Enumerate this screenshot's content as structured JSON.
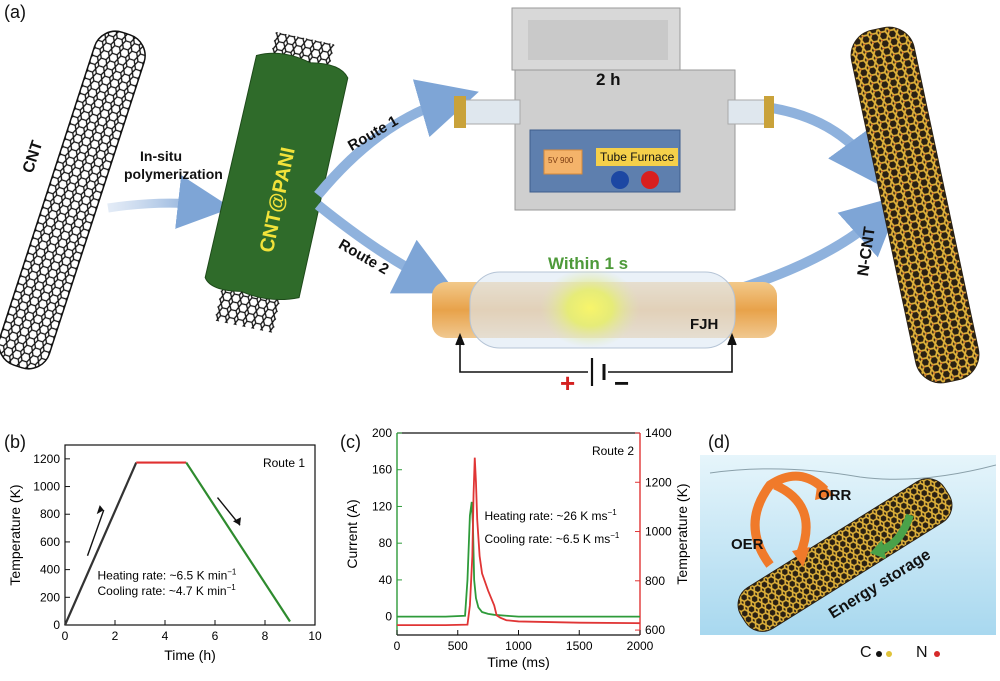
{
  "panel_a": {
    "label": "(a)",
    "cnt_label": "CNT",
    "polymerization_label_1": "In-situ",
    "polymerization_label_2": "polymerization",
    "cnt_pani_label": "CNT@PANI",
    "route1_label": "Route 1",
    "route2_label": "Route 2",
    "furnace_time": "2 h",
    "furnace_name": "Tube Furnace",
    "furnace_display": "5V 900",
    "fjh_time": "Within 1 s",
    "fjh_label": "FJH",
    "plus_sign": "+",
    "minus_sign": "−",
    "ncnt_label": "N-CNT",
    "colors": {
      "tube_green": "#2f6b2a",
      "pani_text": "#f2e23a",
      "route_green": "#4e9a3a",
      "arrow_blue": "#8fb2dd",
      "cnt_gold": "#d9a521",
      "plus_red": "#d42020"
    }
  },
  "panel_d": {
    "label": "(d)",
    "orr_label": "ORR",
    "oer_label": "OER",
    "storage_label": "Energy storage",
    "legend_c": "C",
    "legend_n": "N",
    "colors": {
      "water": "#bfe3f3",
      "orange_arrow": "#f07a2a",
      "green_arrow": "#4aa24a",
      "n_red": "#d62a2a",
      "c_black": "#111111"
    }
  },
  "chart_data": [
    {
      "panel": "(b)",
      "type": "line",
      "annotation": "Route 1",
      "xlabel": "Time (h)",
      "ylabel": "Temperature (K)",
      "xlim": [
        0,
        10
      ],
      "ylim": [
        0,
        1300
      ],
      "xticks": [
        "0",
        "2",
        "4",
        "6",
        "8",
        "10"
      ],
      "yticks": [
        "0",
        "200",
        "400",
        "600",
        "800",
        "1000",
        "1200"
      ],
      "heating_text": "Heating rate: ~6.5 K min",
      "cooling_text": "Cooling rate: ~4.7 K min",
      "rate_exponent": "−1",
      "series": [
        {
          "color": "#333333",
          "x": [
            0,
            2.85
          ],
          "y": [
            0,
            1173
          ]
        },
        {
          "color": "#e03030",
          "x": [
            2.85,
            4.85
          ],
          "y": [
            1173,
            1173
          ]
        },
        {
          "color": "#2e8b2e",
          "x": [
            4.85,
            9.0
          ],
          "y": [
            1173,
            25
          ]
        }
      ]
    },
    {
      "panel": "(c)",
      "type": "line",
      "annotation": "Route 2",
      "xlabel": "Time (ms)",
      "ylabel_left": "Current (A)",
      "ylabel_right": "Temperature (K)",
      "xlim": [
        0,
        2000
      ],
      "ylim_left": [
        -20,
        200
      ],
      "ylim_right": [
        580,
        1400
      ],
      "xticks": [
        "0",
        "500",
        "1000",
        "1500",
        "2000"
      ],
      "yticks_left": [
        "0",
        "40",
        "80",
        "120",
        "160",
        "200"
      ],
      "yticks_right": [
        "600",
        "800",
        "1000",
        "1200",
        "1400"
      ],
      "heating_text": "Heating rate: ~26 K ms",
      "cooling_text": "Cooling rate: ~6.5 K ms",
      "rate_exponent": "−1",
      "series": [
        {
          "name": "Current",
          "axis": "left",
          "color": "#2e9b3a",
          "x": [
            0,
            200,
            400,
            560,
            580,
            600,
            615,
            625,
            635,
            650,
            670,
            700,
            750,
            800,
            900,
            1000,
            1500,
            2000
          ],
          "y": [
            0,
            0,
            0,
            1,
            40,
            110,
            125,
            100,
            40,
            20,
            10,
            5,
            3,
            2,
            1,
            0,
            0,
            0
          ]
        },
        {
          "name": "Temperature",
          "axis": "right",
          "color": "#e03535",
          "x": [
            0,
            200,
            400,
            580,
            600,
            620,
            630,
            640,
            650,
            660,
            680,
            700,
            750,
            800,
            820,
            850,
            900,
            1000,
            1500,
            2000
          ],
          "y": [
            620,
            620,
            620,
            622,
            700,
            900,
            1150,
            1300,
            1200,
            1050,
            900,
            830,
            760,
            700,
            660,
            650,
            640,
            635,
            630,
            628
          ]
        }
      ]
    }
  ]
}
